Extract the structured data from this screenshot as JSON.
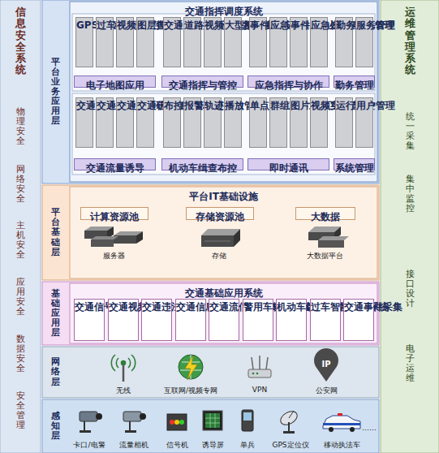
{
  "diagram": {
    "nodes": [
      {
        "text": [
          "信息安全系统",
          "物理安全",
          "网络安全",
          "主机安全",
          "应用安全",
          "数据安全",
          "安全管理"
        ]
      },
      {
        "text": [
          "平台业务应用层"
        ]
      },
      {
        "text": [
          "交通指挥调度系统"
        ],
        "in": 1
      },
      {
        "text": [
          "GPS定位"
        ],
        "in": 2
      },
      {
        "text": [
          "过车记录查询"
        ],
        "in": 2
      },
      {
        "text": [
          "视频巡逻查看"
        ],
        "in": 2
      },
      {
        "text": [
          "图层控制"
        ],
        "in": 2
      },
      {
        "text": [
          "交通信号控制设置"
        ],
        "in": 2
      },
      {
        "text": [
          "道路交通信息发布"
        ],
        "in": 2
      },
      {
        "text": [
          "视频设备控制管理"
        ],
        "in": 2
      },
      {
        "text": [
          "大型活动线路安保…"
        ],
        "in": 2
      },
      {
        "text": [
          "事件报告"
        ],
        "in": 2
      },
      {
        "text": [
          "应急处理"
        ],
        "in": 2
      },
      {
        "text": [
          "事件协作处理"
        ],
        "in": 2
      },
      {
        "text": [
          "应急资源管理…"
        ],
        "in": 2
      },
      {
        "text": [
          "勤务调度管理"
        ],
        "in": 2
      },
      {
        "text": [
          "服务管理"
        ],
        "in": 2
      },
      {
        "text": [
          "电子地图应用"
        ],
        "in": 2
      },
      {
        "text": [
          "交通指挥与管控"
        ],
        "in": 2
      },
      {
        "text": [
          "应急指挥与协作"
        ],
        "in": 2
      },
      {
        "text": [
          "勤务管理"
        ],
        "in": 2
      },
      {
        "text": [
          "交通流量采集"
        ],
        "in": 2
      },
      {
        "text": [
          "交通流量监测"
        ],
        "in": 2
      },
      {
        "text": [
          "交通流量研判"
        ],
        "in": 2
      },
      {
        "text": [
          "交通信号发布…"
        ],
        "in": 2
      },
      {
        "text": [
          "布控管理"
        ],
        "in": 2
      },
      {
        "text": [
          "报警管理"
        ],
        "in": 2
      },
      {
        "text": [
          "轨迹查询"
        ],
        "in": 2
      },
      {
        "text": [
          "播放管理"
        ],
        "in": 2
      },
      {
        "text": [
          "单点实时对讲"
        ],
        "in": 2
      },
      {
        "text": [
          "群组实时对讲"
        ],
        "in": 2
      },
      {
        "text": [
          "图片文字互传"
        ],
        "in": 2
      },
      {
        "text": [
          "视频实时查看"
        ],
        "in": 2
      },
      {
        "text": [
          "运行监控"
        ],
        "in": 2
      },
      {
        "text": [
          "用户管理"
        ],
        "in": 2
      },
      {
        "text": [
          "交通流量诱导"
        ],
        "in": 2
      },
      {
        "text": [
          "机动车缉查布控"
        ],
        "in": 2
      },
      {
        "text": [
          "即时通讯"
        ],
        "in": 2
      },
      {
        "text": [
          "系统管理"
        ],
        "in": 2
      },
      {
        "text": [
          "平台基础层"
        ]
      },
      {
        "text": [
          "平台IT基础设施"
        ],
        "in": 39
      },
      {
        "text": [
          "计算资源池"
        ],
        "in": 40
      },
      {
        "text": [
          "存储资源池"
        ],
        "in": 40
      },
      {
        "text": [
          "大数据"
        ],
        "in": 40
      },
      {
        "text": [
          "基础应用层"
        ]
      },
      {
        "text": [
          "交通基础应用系统"
        ],
        "in": 44
      },
      {
        "text": [
          "交通信号控制"
        ],
        "in": 45
      },
      {
        "text": [
          "交通视频监控"
        ],
        "in": 45
      },
      {
        "text": [
          "交通违法监测"
        ],
        "in": 45
      },
      {
        "text": [
          "交通信息发布"
        ],
        "in": 45
      },
      {
        "text": [
          "交通流信息采集"
        ],
        "in": 45
      },
      {
        "text": [
          "警用车辆与单警定位"
        ],
        "in": 45
      },
      {
        "text": [
          "机动车缉查布控"
        ],
        "in": 45
      },
      {
        "text": [
          "过车智能研判系统"
        ],
        "in": 45
      },
      {
        "text": [
          "交通事件采集"
        ],
        "in": 45
      },
      {
        "text": [
          "网络层"
        ]
      },
      {
        "text": [
          "感知层"
        ]
      },
      {
        "text": [
          "运维管理系统",
          "统一采集",
          "集中监控",
          "接口设计",
          "电子运维"
        ]
      }
    ],
    "labels": [
      "服务器",
      "存储",
      "大数据平台",
      "无线",
      "互联网/视频专网",
      "VPN",
      "公安网",
      "IP",
      "卡口/电警",
      "流量相机",
      "信号机",
      "诱导屏",
      "单兵",
      "GPS定位仪",
      "移动执法车",
      "……"
    ]
  }
}
